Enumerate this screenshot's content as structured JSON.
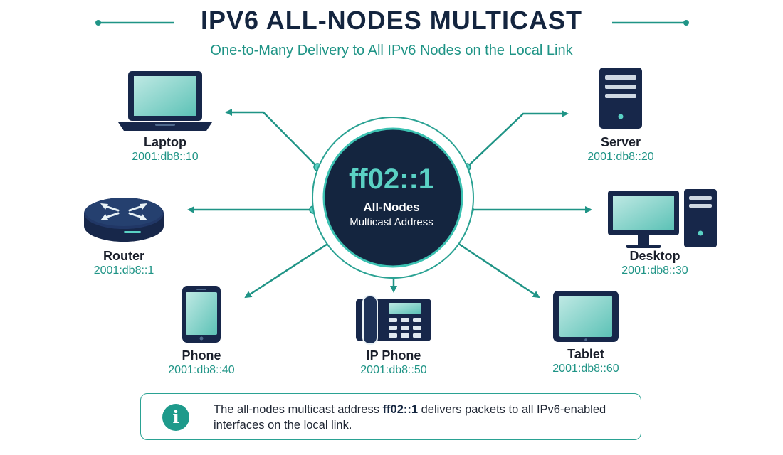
{
  "header": {
    "title": "IPV6 ALL-NODES MULTICAST",
    "subtitle": "One-to-Many Delivery to All IPv6 Nodes on the Local Link"
  },
  "center": {
    "address": "ff02::1",
    "label_line1": "All-Nodes",
    "label_line2": "Multicast Address"
  },
  "devices": [
    {
      "name": "Laptop",
      "address": "2001:db8::10",
      "icon": "laptop-icon"
    },
    {
      "name": "Server",
      "address": "2001:db8::20",
      "icon": "server-icon"
    },
    {
      "name": "Router",
      "address": "2001:db8::1",
      "icon": "router-icon"
    },
    {
      "name": "Desktop",
      "address": "2001:db8::30",
      "icon": "desktop-icon"
    },
    {
      "name": "Phone",
      "address": "2001:db8::40",
      "icon": "phone-icon"
    },
    {
      "name": "IP Phone",
      "address": "2001:db8::50",
      "icon": "ip-phone-icon"
    },
    {
      "name": "Tablet",
      "address": "2001:db8::60",
      "icon": "tablet-icon"
    }
  ],
  "info": {
    "icon": "info-icon",
    "symbol": "i",
    "text_part1": "The all-nodes multicast address ",
    "text_bold": "ff02::1",
    "text_part2": " delivers packets to all IPv6-enabled interfaces on the local link."
  },
  "colors": {
    "navy": "#14253f",
    "teal": "#1f9486",
    "accent": "#5ad1c4"
  }
}
